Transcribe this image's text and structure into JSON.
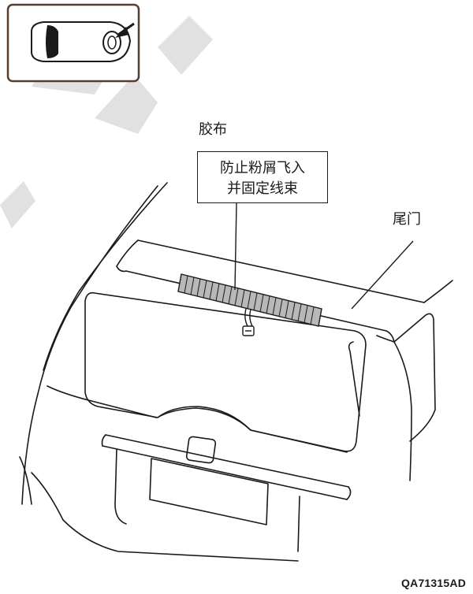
{
  "labels": {
    "tape": "胶布",
    "callout_line1": "防止粉屑飞入",
    "callout_line2": "并固定线束",
    "tailgate": "尾门"
  },
  "figure_code": "QA71315AD",
  "colors": {
    "line": "#1a1a1a",
    "tape_fill": "#b8b8b8",
    "inset_border": "#5a3e2b",
    "watermark": "#d9d9d9"
  }
}
